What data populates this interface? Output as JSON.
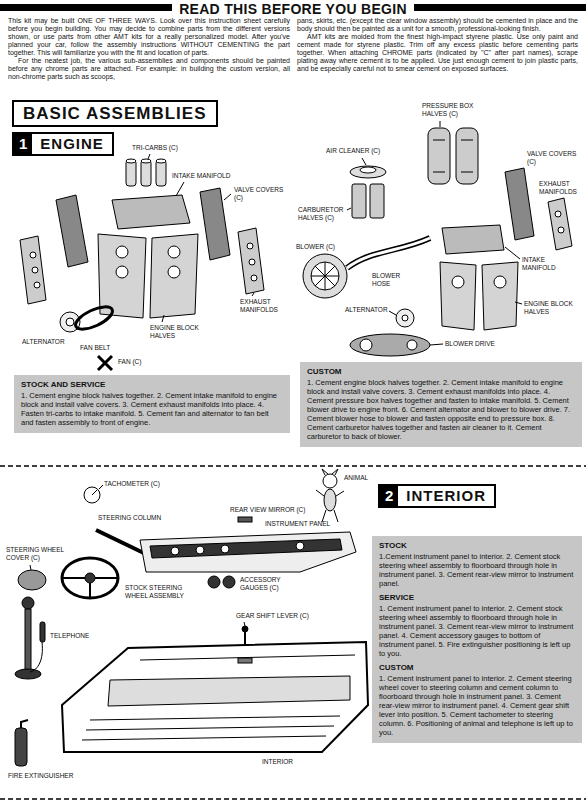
{
  "diagram": {
    "title": "READ THIS BEFORE YOU BEGIN",
    "nodes": [
      {
        "text": [
          "BASIC ASSEMBLIES"
        ]
      },
      {
        "text": [
          "1",
          "ENGINE"
        ]
      },
      {
        "text": [
          "STOCK AND SERVICE",
          "1. Cement engine block halves together. 2. Cement intake manifold to engine block and install valve covers. 3. Cement exhaust manifolds into place. 4. Fasten tri-carbs to intake manifold. 5. Cement fan and alternator to fan belt and fasten assembly to front of engine."
        ]
      },
      {
        "text": [
          "CUSTOM",
          "1. Cement engine block halves together. 2. Cement intake manifold to engine block and install valve covers. 3. Cement exhaust manifolds into place. 4. Cement pressure box halves together and fasten to intake manifold. 5. Cement blower drive to engine front. 6. Cement alternator and blower to blower drive. 7. Cement blower hose to blower and fasten opposite end to pressure box. 8. Cement carburetor halves together and fasten air cleaner to it. Cement carburetor to back of blower."
        ]
      },
      {
        "text": [
          "2",
          "INTERIOR"
        ]
      },
      {
        "text": [
          "STOCK",
          "1.Cement instrument panel to interior. 2. Cement stock steering wheel assembly to floorboard through hole in instrument panel. 3. Cement rear-view mirror to instrument panel.",
          "SERVICE",
          "1. Cement instrument panel to interior. 2. Cement stock steering wheel assembly to floorboard through hole in instrument panel. 3. Cement rear-view mirror to instrument panel. 4. Cement accessory gauges to bottom of instrument panel. 5. Fire extinguisher positioning is left up to you.",
          "CUSTOM",
          "1. Cement instrument panel to interior. 2. Cement steering wheel cover to steering column and cement column to floorboard through hole in instrument panel. 3. Cement rear-view mirror to instrument panel. 4. Cement gear shift lever into position. 5. Cement tachometer to steering column. 6. Positioning of animal and telephone is left up to you."
        ]
      }
    ],
    "labels": [
      "This kit may be built ONE OF THREE WAYS. Look over this instruction sheet carefully before you begin building. You may decide to combine parts from the different versions shown, or use parts from other AMT kits for a really personalized model. After you've planned your car, follow the assembly instructions WITHOUT CEMENTING the part together. This will familiarize you with the fit and location of parts.",
      "For the neatest job, the various sub-assemblies and components should be painted before any chrome parts are attached. For example: in building the custom version, all non-chrome parts such as scoops,",
      "pans, skirts, etc. (except the clear window assembly) should be cemented in place and the body should then be painted as a unit for a smooth, professional-looking finish.",
      "AMT kits are molded from the finest high-impact styrene plastic. Use only paint and cement made for styrene plastic. Trim off any excess plastic before cementing parts together. When attaching CHROME parts (indicated by \"C\" after part names), scrape plating away where cement is to be applied. Use just enough cement to join plastic parts, and be especially careful not to smear cement on exposed surfaces.",
      "TRI-CARBS (C)",
      "INTAKE MANIFOLD",
      "VALVE COVERS (C)",
      "EXHAUST MANIFOLDS",
      "ENGINE BLOCK HALVES",
      "ALTERNATOR",
      "FAN BELT",
      "FAN (C)",
      "PRESSURE BOX HALVES (C)",
      "AIR CLEANER (C)",
      "VALVE COVERS (C)",
      "EXHAUST MANIFOLDS",
      "CARBURETOR HALVES (C)",
      "BLOWER (C)",
      "BLOWER HOSE",
      "INTAKE MANIFOLD",
      "ALTERNATOR",
      "ENGINE BLOCK HALVES",
      "BLOWER DRIVE",
      "TACHOMETER (C)",
      "REAR VIEW MIRROR (C)",
      "ANIMAL",
      "STEERING COLUMN",
      "INSTRUMENT PANEL",
      "STEERING WHEEL COVER (C)",
      "STOCK STEERING WHEEL ASSEMBLY",
      "ACCESSORY GAUGES (C)",
      "TELEPHONE",
      "GEAR SHIFT LEVER (C)",
      "FIRE EXTINGUISHER",
      "INTERIOR"
    ]
  }
}
